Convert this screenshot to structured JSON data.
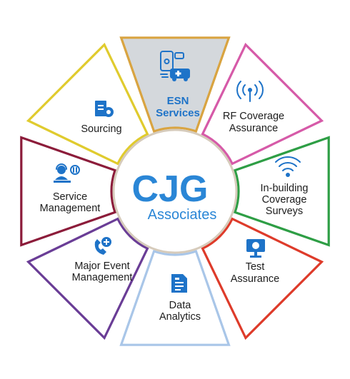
{
  "center": {
    "brand": "CJG",
    "subtitle": "Associates"
  },
  "segments": [
    {
      "id": "esn-services",
      "lines": [
        "ESN",
        "Services"
      ],
      "color": "#d9a441",
      "highlighted": true,
      "icon": "phone-ambulance-icon"
    },
    {
      "id": "rf-coverage-assurance",
      "lines": [
        "RF Coverage",
        "Assurance"
      ],
      "color": "#d65aa8",
      "highlighted": false,
      "icon": "antenna-signal-icon"
    },
    {
      "id": "in-building-coverage-surveys",
      "lines": [
        "In-building",
        "Coverage",
        "Surveys"
      ],
      "color": "#2e9e45",
      "highlighted": false,
      "icon": "wifi-icon"
    },
    {
      "id": "test-assurance",
      "lines": [
        "Test",
        "Assurance"
      ],
      "color": "#de3b2a",
      "highlighted": false,
      "icon": "monitor-test-icon"
    },
    {
      "id": "data-analytics",
      "lines": [
        "Data",
        "Analytics"
      ],
      "color": "#a9c6e8",
      "highlighted": false,
      "icon": "document-chart-icon"
    },
    {
      "id": "major-event-management",
      "lines": [
        "Major Event",
        "Management"
      ],
      "color": "#6a3d96",
      "highlighted": false,
      "icon": "phone-plus-icon"
    },
    {
      "id": "service-management",
      "lines": [
        "Service",
        "Management"
      ],
      "color": "#8c1c3a",
      "highlighted": false,
      "icon": "support-agent-icon"
    },
    {
      "id": "sourcing",
      "lines": [
        "Sourcing"
      ],
      "color": "#e0cb2e",
      "highlighted": false,
      "icon": "document-gear-icon"
    }
  ],
  "highlight_fill": "#d4d8dc",
  "center_border_color": "#d6cbbb"
}
